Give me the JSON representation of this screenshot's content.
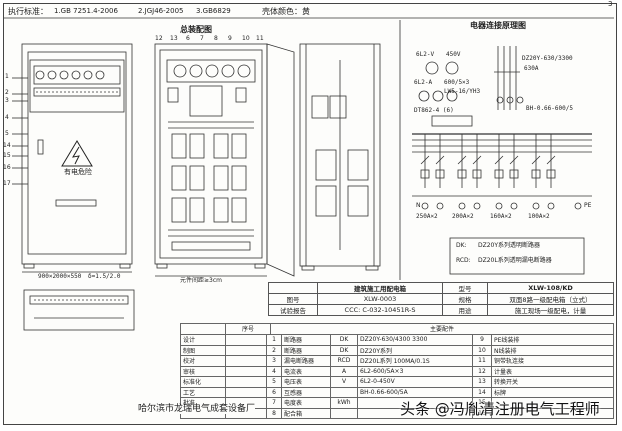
{
  "page_number": "3",
  "header": {
    "standards_label": "执行标准：",
    "standard_1": "1.GB 7251.4-2006",
    "standard_2": "2.JGJ46-2005",
    "standard_3": "3.GB6829",
    "color_label": "壳体颜色：黄"
  },
  "titles": {
    "layout": "总装配图",
    "wiring": "电器连接原理图"
  },
  "cabinet": {
    "hazard_text": "有电危险",
    "dimensions": "900×2000×550",
    "thickness": "δ=1.5/2.0",
    "spacing": "元件间距≥3cm"
  },
  "callouts_left": [
    "1",
    "2",
    "3",
    "4",
    "5",
    "14",
    "15",
    "16",
    "17"
  ],
  "callouts_top": [
    "12",
    "13",
    "6",
    "7",
    "8",
    "9",
    "10",
    "11"
  ],
  "schematic": {
    "labels": [
      "6L2-V",
      "450V",
      "6L2-A",
      "600/5×3",
      "LW5-16/YH3",
      "DZ20Y-630/3300",
      "630A",
      "BH-0.66-600/5",
      "DT862-4 (6)"
    ],
    "bottom_labels": [
      "N",
      "250A×2",
      "200A×2",
      "160A×2",
      "100A×2",
      "PE"
    ],
    "notes": [
      "DK:",
      "DZ20Y系列透明断路器",
      "RCD:",
      "DZ20L系列透明漏电断路器"
    ]
  },
  "spec_table": {
    "rows": [
      [
        "",
        "建筑施工用配电箱",
        "型号",
        "XLW-108/KD"
      ],
      [
        "图号",
        "XLW-0003",
        "规格",
        "双面8路一级配电箱（立式）"
      ],
      [
        "试验报告",
        "CCC: C-032-10451R-S",
        "用途",
        "施工现场一级配电，计量"
      ]
    ]
  },
  "parts": {
    "header": [
      "序号",
      "主要配件"
    ],
    "left_labels": [
      "设计",
      "制图",
      "校对",
      "审核",
      "标准化",
      "工艺",
      "批准"
    ],
    "rows": [
      [
        "1",
        "断路器",
        "DK",
        "DZ20Y-630/4300 3300",
        "9",
        "PE线装排"
      ],
      [
        "2",
        "断路器",
        "DK",
        "DZ20Y系列",
        "10",
        "N线装排"
      ],
      [
        "3",
        "漏电断路器",
        "RCD",
        "DZ20L系列 100MA/0.1S",
        "11",
        "铜带轨连接"
      ],
      [
        "4",
        "电流表",
        "A",
        "6L2-600/5A×3",
        "12",
        "计量表"
      ],
      [
        "5",
        "电压表",
        "V",
        "6L2-0-450V",
        "13",
        "转换开关"
      ],
      [
        "6",
        "互感器",
        "",
        "BH-0.66-600/5A",
        "14",
        "标牌"
      ],
      [
        "7",
        "电度表",
        "kWh",
        "",
        "15",
        ""
      ],
      [
        "8",
        "配合箱",
        "",
        "",
        "16",
        ""
      ]
    ]
  },
  "company": "哈尔滨市龙瑞电气成套设备厂",
  "watermark": "头条 @冯胤清注册电气工程师"
}
